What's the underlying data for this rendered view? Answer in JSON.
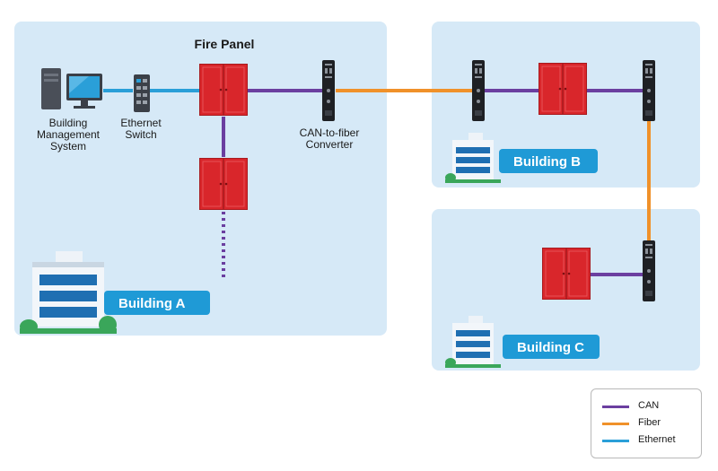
{
  "colors": {
    "can": "#6b3fa0",
    "fiber": "#f0912a",
    "ethernet": "#2a9fd8",
    "fire_panel": "#d9262b",
    "zone_bg": "#d6e9f7",
    "tag_bg": "#1f9ad6"
  },
  "labels": {
    "fire_panel": "Fire Panel",
    "bms": [
      "Building",
      "Management",
      "System"
    ],
    "switch": [
      "Ethernet",
      "Switch"
    ],
    "converter": [
      "CAN-to-fiber",
      "Converter"
    ]
  },
  "buildings": {
    "a": "Building A",
    "b": "Building B",
    "c": "Building C"
  },
  "legend": [
    {
      "label": "CAN",
      "color": "#6b3fa0"
    },
    {
      "label": "Fiber",
      "color": "#f0912a"
    },
    {
      "label": "Ethernet",
      "color": "#2a9fd8"
    }
  ]
}
